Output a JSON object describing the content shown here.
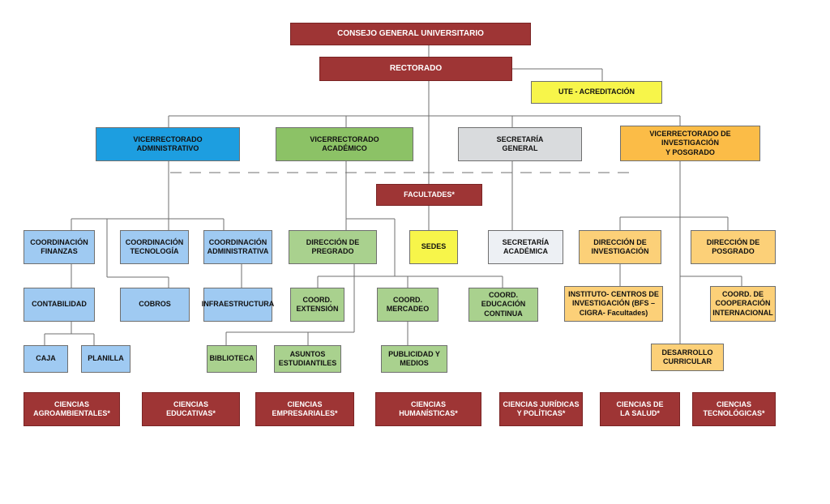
{
  "colors": {
    "maroon": "#9e3535",
    "blue": "#1d9ee0",
    "light_blue": "#9fcaf2",
    "green": "#8cc266",
    "light_green": "#a9d18e",
    "grey": "#d9dbdd",
    "orange": "#fbbc47",
    "light_orange": "#fcd078",
    "yellow": "#f7f54a",
    "lines": "#6f6f6f"
  },
  "top": {
    "consejo": "CONSEJO GENERAL UNIVERSITARIO",
    "rectorado": "RECTORADO",
    "ute": "UTE - ACREDITACIÓN"
  },
  "vice": {
    "administrativo": "VICERRECTORADO\nADMINISTRATIVO",
    "academico": "VICERRECTORADO\nACADÉMICO",
    "secretaria": "SECRETARÍA\nGENERAL",
    "investigacion": "VICERRECTORADO DE\nINVESTIGACIÓN\nY POSGRADO"
  },
  "facultades": "FACULTADES*",
  "sedes": "SEDES",
  "admin": {
    "finanzas": "COORDINACIÓN\nFINANZAS",
    "tecnologia": "COORDINACIÓN\nTECNOLOGÍA",
    "administrativa": "COORDINACIÓN\nADMINISTRATIVA",
    "contabilidad": "CONTABILIDAD",
    "cobros": "COBROS",
    "infraestructura": "INFRAESTRUCTURA",
    "caja": "CAJA",
    "planilla": "PLANILLA"
  },
  "academico": {
    "pregrado": "DIRECCIÓN DE\nPREGRADO",
    "extension": "COORD.\nEXTENSIÓN",
    "mercadeo": "COORD.\nMERCADEO",
    "educacion_continua": "COORD.\nEDUCACIÓN\nCONTINUA",
    "biblioteca": "BIBLIOTECA",
    "asuntos": "ASUNTOS\nESTUDIANTILES",
    "publicidad": "PUBLICIDAD Y\nMEDIOS"
  },
  "secretaria_academica": "SECRETARÍA\nACADÉMICA",
  "investigacion": {
    "direccion_investigacion": "DIRECCIÓN DE\nINVESTIGACIÓN",
    "direccion_posgrado": "DIRECCIÓN DE\nPOSGRADO",
    "instituto": "INSTITUTO- CENTROS DE\nINVESTIGACIÓN (BFS –\nCIGRA- Facultades)",
    "cooperacion": "COORD. DE\nCOOPERACIÓN\nINTERNACIONAL",
    "desarrollo": "DESARROLLO\nCURRICULAR"
  },
  "faculties": [
    "CIENCIAS\nAGROAMBIENTALES*",
    "CIENCIAS\nEDUCATIVAS*",
    "CIENCIAS\nEMPRESARIALES*",
    "CIENCIAS\nHUMANÍSTICAS*",
    "CIENCIAS JURÍDICAS\nY POLÍTICAS*",
    "CIENCIAS DE\nLA SALUD*",
    "CIENCIAS\nTECNOLÓGICAS*"
  ]
}
